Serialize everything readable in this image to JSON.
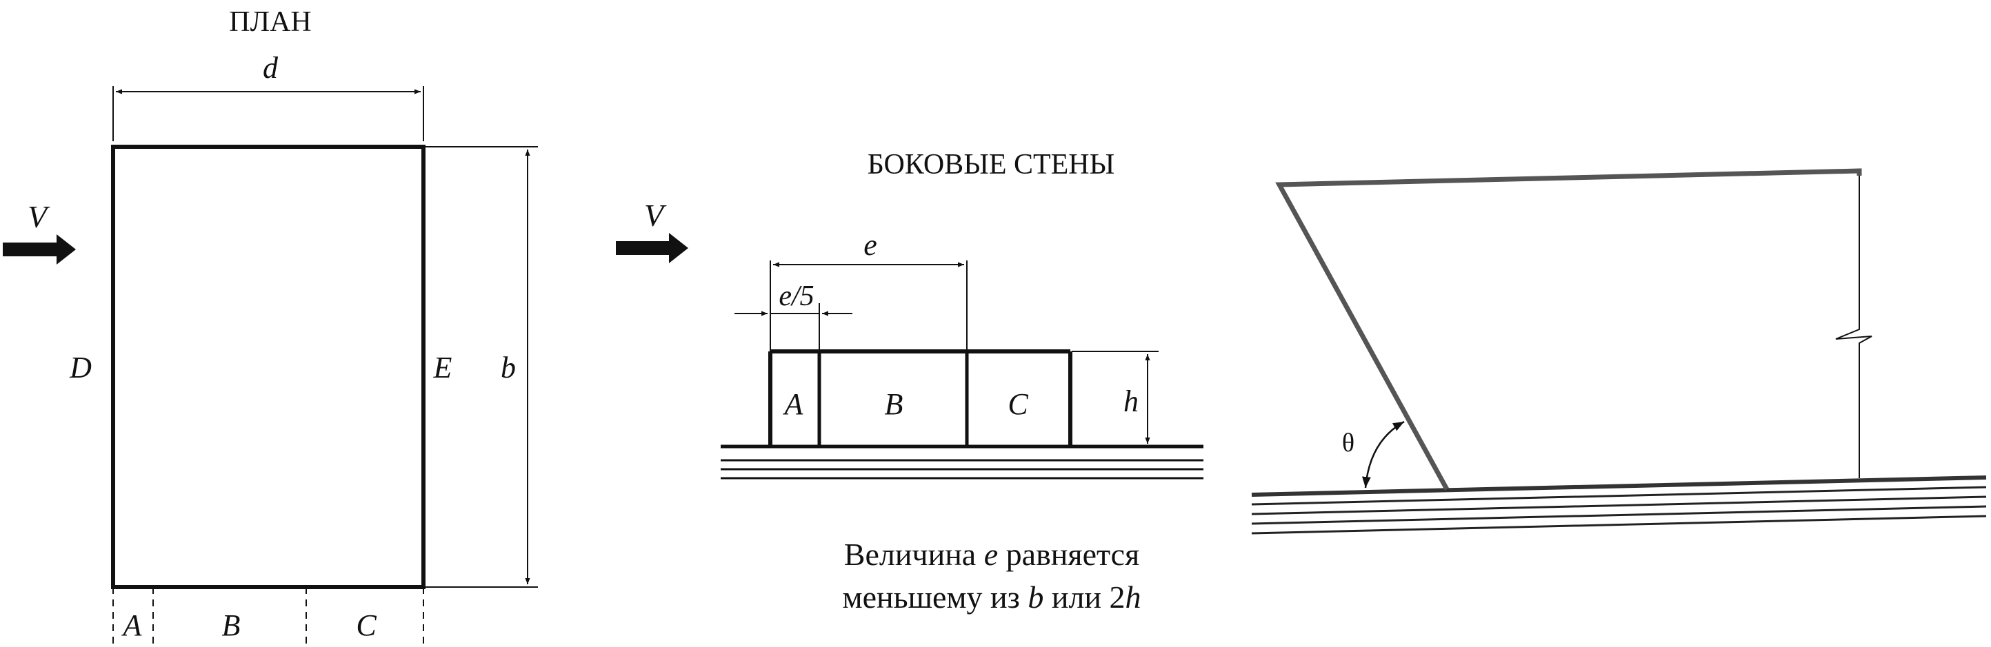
{
  "plan": {
    "title": "ПЛАН",
    "dim_depth": "d",
    "dim_breadth": "b",
    "wind_label": "V",
    "face_windward": "D",
    "face_leeward": "E",
    "zones": [
      "A",
      "B",
      "C"
    ]
  },
  "side_walls": {
    "title": "БОКОВЫЕ СТЕНЫ",
    "wind_label": "V",
    "dim_e": "e",
    "dim_e5": "e/5",
    "dim_h": "h",
    "zones": [
      "A",
      "B",
      "C"
    ],
    "note": {
      "line1_pre": "Величина ",
      "line1_var": "e",
      "line1_post": " равняется",
      "line2_pre": "меньшему из ",
      "line2_var1": "b",
      "line2_mid": " или 2",
      "line2_var2": "h"
    }
  },
  "roof": {
    "angle_label": "θ"
  },
  "colors": {
    "line": "#111111",
    "roof_outline": "#555555"
  }
}
